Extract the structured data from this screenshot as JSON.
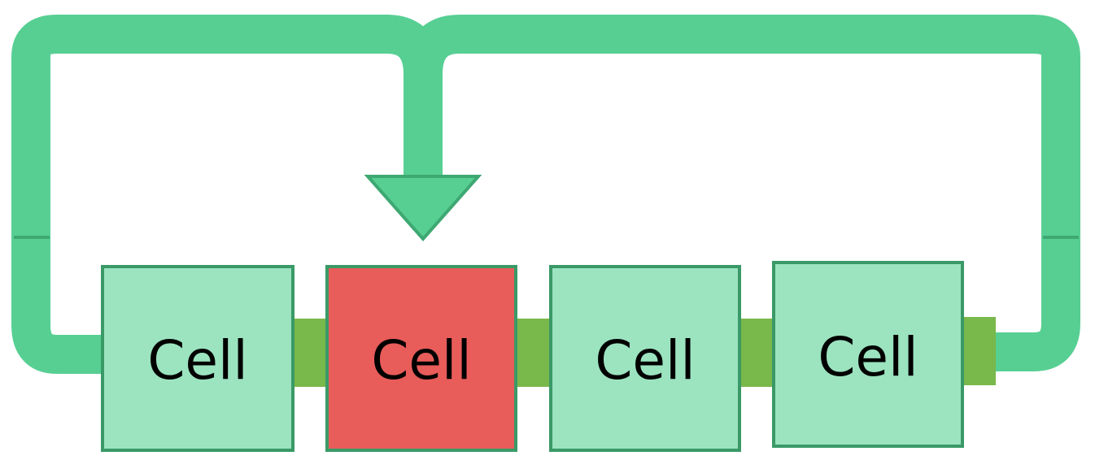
{
  "diagram": {
    "colors": {
      "loop_fill": "#57cf93",
      "loop_stroke": "#3ea872",
      "cell_fill": "#9ce3c0",
      "cell_stroke": "#3a9a67",
      "active_cell_fill": "#e85c59",
      "connector_fill": "#79b84a"
    },
    "cells": [
      {
        "label": "Cell",
        "state": "normal"
      },
      {
        "label": "Cell",
        "state": "active"
      },
      {
        "label": "Cell",
        "state": "normal"
      },
      {
        "label": "Cell",
        "state": "normal"
      }
    ]
  }
}
